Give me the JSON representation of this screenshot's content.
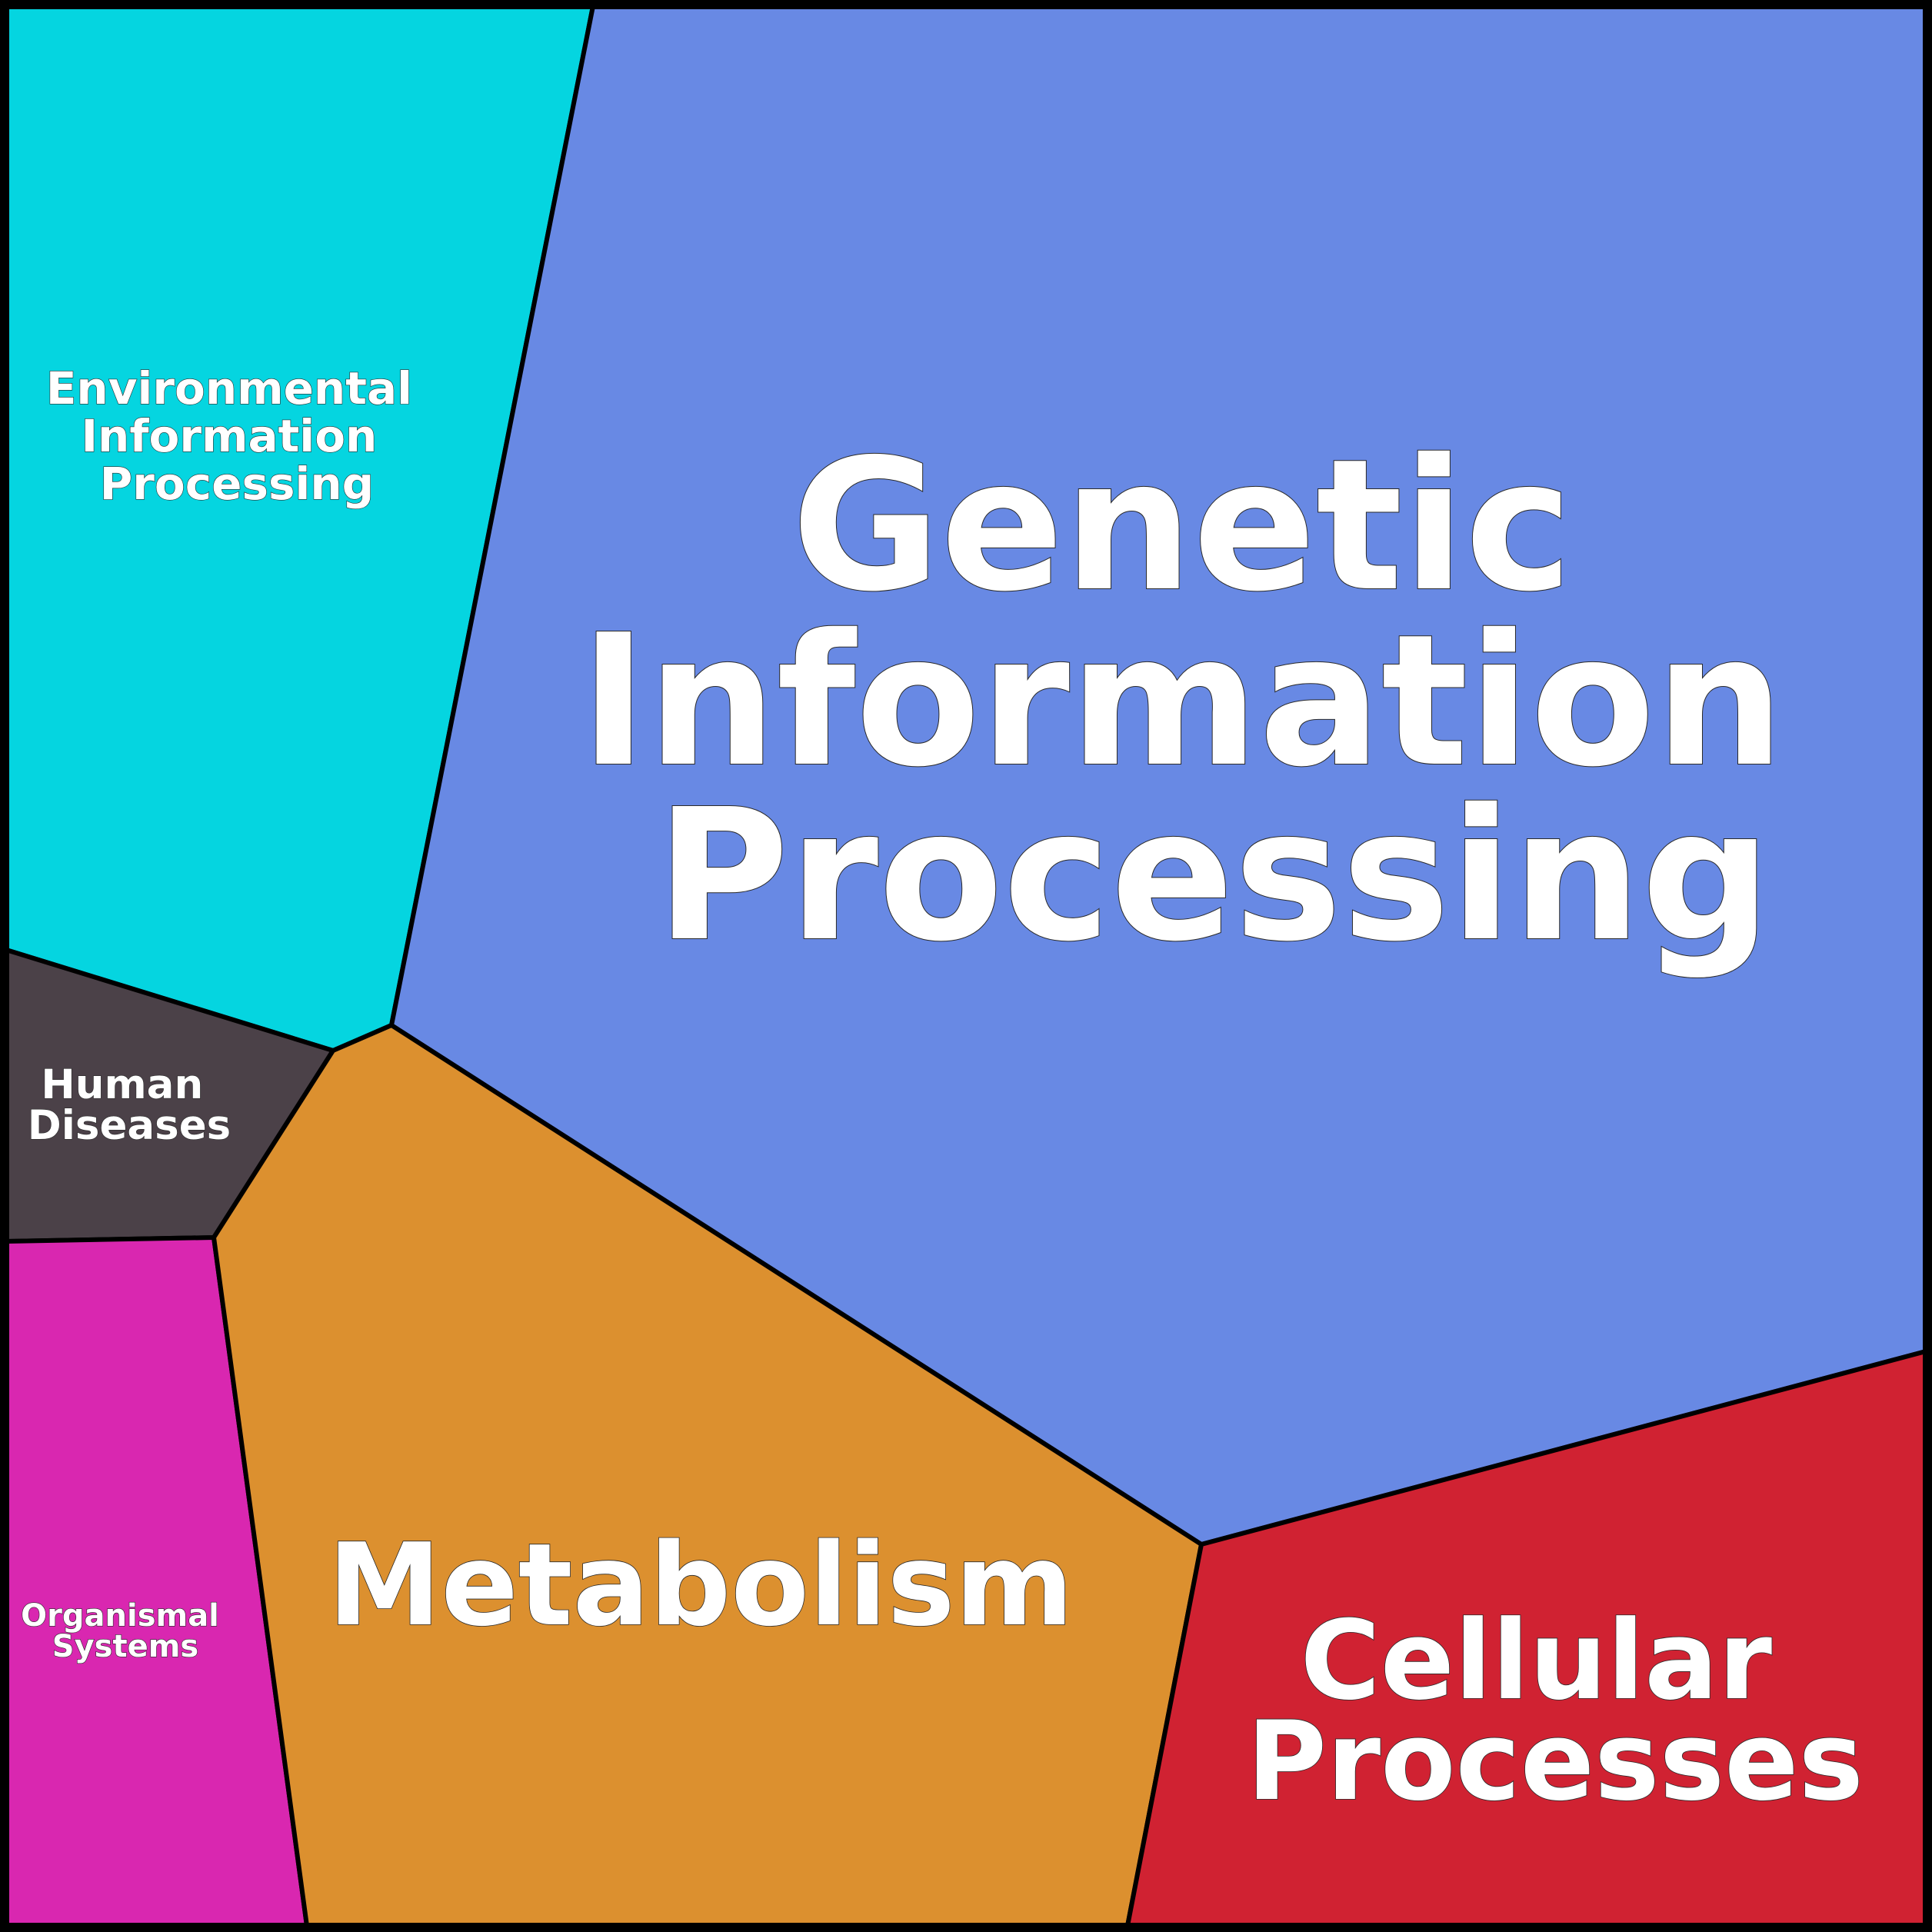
{
  "chart_data": {
    "type": "voronoi-treemap",
    "title": "",
    "categories": [
      "Environmental Information Processing",
      "Genetic Information Processing",
      "Human Diseases",
      "Organismal Systems",
      "Metabolism",
      "Cellular Processes"
    ],
    "cells": [
      {
        "id": "environmental-information-processing",
        "label_lines": [
          "Environmental",
          "Information",
          "Processing"
        ],
        "color": "#05D5E0"
      },
      {
        "id": "genetic-information-processing",
        "label_lines": [
          "Genetic",
          "Information",
          "Processing"
        ],
        "color": "#6889E4"
      },
      {
        "id": "human-diseases",
        "label_lines": [
          "Human",
          "Diseases"
        ],
        "color": "#4B4148"
      },
      {
        "id": "organismal-systems",
        "label_lines": [
          "Organismal",
          "Systems"
        ],
        "color": "#D927B0"
      },
      {
        "id": "metabolism",
        "label_lines": [
          "Metabolism"
        ],
        "color": "#DC902F"
      },
      {
        "id": "cellular-processes",
        "label_lines": [
          "Cellular",
          "Processes"
        ],
        "color": "#D02232"
      }
    ],
    "relative_size_order": [
      "Genetic Information Processing",
      "Metabolism",
      "Environmental Information Processing",
      "Cellular Processes",
      "Organismal Systems",
      "Human Diseases"
    ],
    "border_color": "#000000",
    "label_color": "#FFFFFF"
  }
}
